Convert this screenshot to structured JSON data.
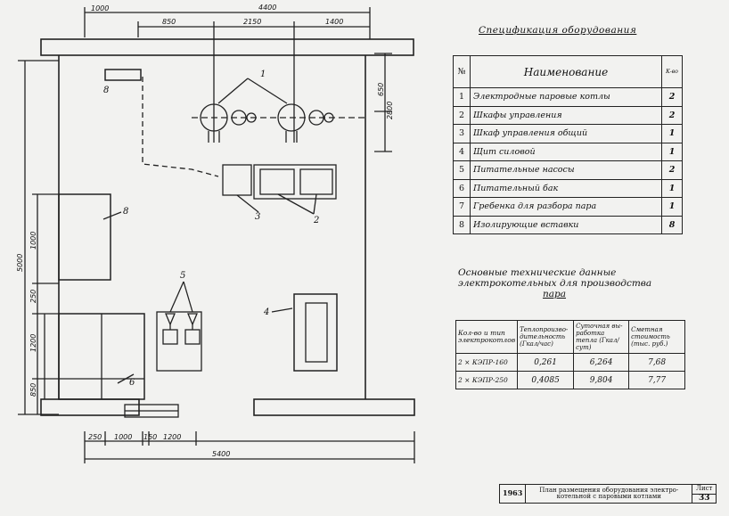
{
  "plan": {
    "dimensions": {
      "top_overall": "4400",
      "top_left": "1000",
      "top_a": "850",
      "top_b": "2150",
      "top_c": "1400",
      "right_a": "650",
      "right_b": "2800",
      "left_overall": "5000",
      "left_a": "1000",
      "left_b": "250",
      "left_c": "1200",
      "left_d": "850",
      "bottom_a": "250",
      "bottom_b": "1000",
      "bottom_c": "150",
      "bottom_d": "1200",
      "bottom_overall": "5400"
    },
    "labels": {
      "boilers": "1",
      "cabinets": "2",
      "cabinet_common": "3",
      "power_board": "4",
      "pumps": "5",
      "tank": "6",
      "comb": "8",
      "inserts": "8"
    }
  },
  "spec": {
    "title": "Спецификация   оборудования",
    "header": {
      "num": "№",
      "name": "Наименование",
      "qty": "К-во"
    },
    "rows": [
      {
        "n": "1",
        "name": "Электродные паровые котлы",
        "q": "2"
      },
      {
        "n": "2",
        "name": "Шкафы управления",
        "q": "2"
      },
      {
        "n": "3",
        "name": "Шкаф управления   общий",
        "q": "1"
      },
      {
        "n": "4",
        "name": "Щит силовой",
        "q": "1"
      },
      {
        "n": "5",
        "name": "Питательные насосы",
        "q": "2"
      },
      {
        "n": "6",
        "name": "Питательный бак",
        "q": "1"
      },
      {
        "n": "7",
        "name": "Гребенка для разбора пара",
        "q": "1"
      },
      {
        "n": "8",
        "name": "Изолирующие вставки",
        "q": "8"
      }
    ]
  },
  "tech": {
    "title_line1": "Основные технические данные",
    "title_line2": "электрокотельных для производства",
    "title_line3": "пара",
    "headers": [
      "Кол-во и тип электрокотлов",
      "Теплопроизво-дительность (Гкал/час)",
      "Суточная вы-работка тепла (Гкал/сут)",
      "Сметная стоимость (тыс. руб.)"
    ],
    "rows": [
      [
        "2 × КЭПР-160",
        "0,261",
        "6,264",
        "7,68"
      ],
      [
        "2 × КЭПР-250",
        "0,4085",
        "9,804",
        "7,77"
      ]
    ]
  },
  "stamp": {
    "year": "1963",
    "title": "План размещения оборудования электро-котельной с паровыми котлами",
    "sheet_label": "Лист",
    "sheet_no": "33"
  }
}
